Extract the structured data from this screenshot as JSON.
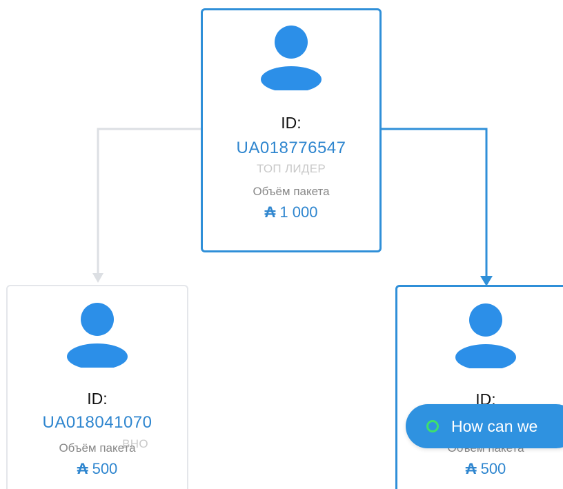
{
  "colors": {
    "accent": "#2f86cf",
    "active_border": "#2f8fd8",
    "inactive_border": "#e4e6ea",
    "avatar": "#2c8fe8",
    "chat_bg": "#2f92e0",
    "online_dot": "#3fe06a"
  },
  "tree": {
    "root": {
      "id_label": "ID:",
      "id_value": "UA018776547",
      "rank": "ТОП ЛИДЕР",
      "volume_label": "Объём пакета",
      "currency_icon": "₳",
      "volume_value": "1 000"
    },
    "left": {
      "id_label": "ID:",
      "id_value": "UA018041070",
      "rank": "ВНО",
      "volume_label": "Объём пакета",
      "currency_icon": "₳",
      "volume_value": "500"
    },
    "right": {
      "id_label": "ID:",
      "volume_label": "Объём пакета",
      "currency_icon": "₳",
      "volume_value": "500"
    }
  },
  "chat": {
    "label": "How can we",
    "icon": "online-status-icon"
  }
}
